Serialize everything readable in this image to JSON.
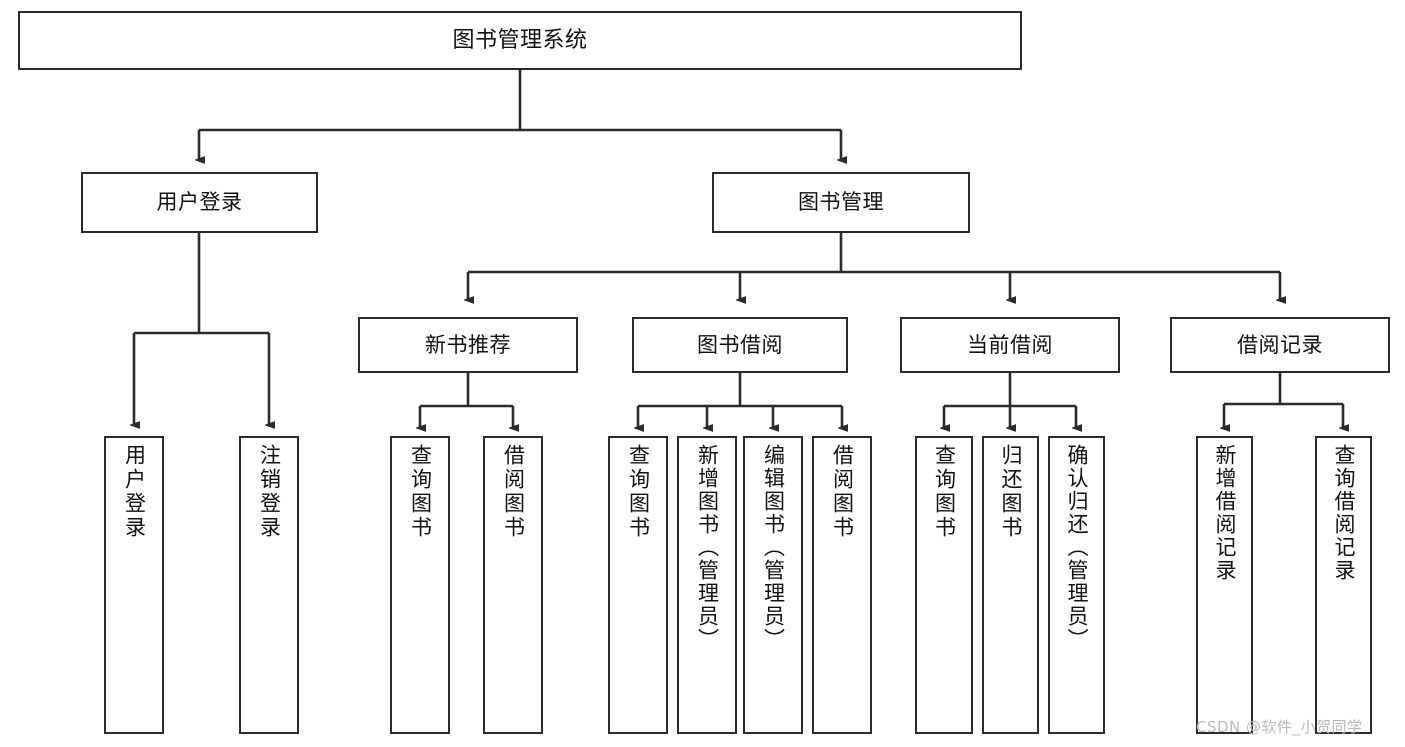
{
  "diagram": {
    "title": "图书管理系统",
    "watermark": "CSDN @软件_小贺同学",
    "stroke_color": "#2b2b2b",
    "fill_color": "#ffffff",
    "text_color": "#111111",
    "background": "#ffffff"
  },
  "nodes": {
    "root": {
      "label": "图书管理系统"
    },
    "level1": [
      {
        "label": "用户登录"
      },
      {
        "label": "图书管理"
      }
    ],
    "level2": [
      {
        "label": "新书推荐"
      },
      {
        "label": "图书借阅"
      },
      {
        "label": "当前借阅"
      },
      {
        "label": "借阅记录"
      }
    ],
    "leaves": {
      "user_login": [
        {
          "label": "用户登录"
        },
        {
          "label": "注销登录"
        }
      ],
      "new_book": [
        {
          "label": "查询图书"
        },
        {
          "label": "借阅图书"
        }
      ],
      "book_borrow": [
        {
          "label": "查询图书"
        },
        {
          "label": "新增图书（管理员）"
        },
        {
          "label": "编辑图书（管理员）"
        },
        {
          "label": "借阅图书"
        }
      ],
      "current_borrow": [
        {
          "label": "查询图书"
        },
        {
          "label": "归还图书"
        },
        {
          "label": "确认归还（管理员）"
        }
      ],
      "borrow_record": [
        {
          "label": "新增借阅记录"
        },
        {
          "label": "查询借阅记录"
        }
      ]
    }
  },
  "chart_data": {
    "type": "tree-diagram",
    "title": "图书管理系统 功能结构图",
    "root": "图书管理系统",
    "edges": [
      {
        "from": "图书管理系统",
        "to": "用户登录"
      },
      {
        "from": "图书管理系统",
        "to": "图书管理"
      },
      {
        "from": "用户登录",
        "to": "用户登录(叶)"
      },
      {
        "from": "用户登录",
        "to": "注销登录"
      },
      {
        "from": "图书管理",
        "to": "新书推荐"
      },
      {
        "from": "图书管理",
        "to": "图书借阅"
      },
      {
        "from": "图书管理",
        "to": "当前借阅"
      },
      {
        "from": "图书管理",
        "to": "借阅记录"
      },
      {
        "from": "新书推荐",
        "to": "查询图书"
      },
      {
        "from": "新书推荐",
        "to": "借阅图书"
      },
      {
        "from": "图书借阅",
        "to": "查询图书"
      },
      {
        "from": "图书借阅",
        "to": "新增图书（管理员）"
      },
      {
        "from": "图书借阅",
        "to": "编辑图书（管理员）"
      },
      {
        "from": "图书借阅",
        "to": "借阅图书"
      },
      {
        "from": "当前借阅",
        "to": "查询图书"
      },
      {
        "from": "当前借阅",
        "to": "归还图书"
      },
      {
        "from": "当前借阅",
        "to": "确认归还（管理员）"
      },
      {
        "from": "借阅记录",
        "to": "新增借阅记录"
      },
      {
        "from": "借阅记录",
        "to": "查询借阅记录"
      }
    ]
  }
}
